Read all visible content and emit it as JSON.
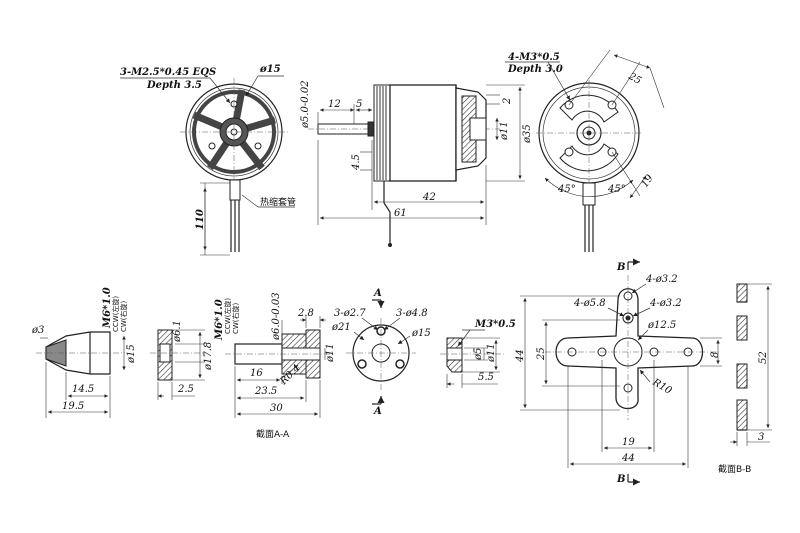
{
  "top_left_view": {
    "thread_note": "3-M2.5*0.45 EQS",
    "depth_note": "Depth 3.5",
    "dia_label": "ø15",
    "lead_length": "110",
    "sleeve_label": "热缩套管"
  },
  "side_view": {
    "shaft_dia": "ø5.0-0.02",
    "dim_12": "12",
    "dim_5": "5",
    "dim_2": "2",
    "dim_11": "ø11",
    "dim_35": "ø35",
    "dim_45": "4.5",
    "dim_42": "42",
    "dim_61": "61"
  },
  "top_right_view": {
    "thread_note": "4-M3*0.5",
    "depth_note": "Depth 3.0",
    "dim_25": "25",
    "dim_19": "19",
    "angle_1": "45°",
    "angle_2": "45°"
  },
  "spinner": {
    "dim_d3": "ø3",
    "thread": "M6*1.0",
    "ccw": "CCW(左旋)",
    "cw": "CW(右旋)",
    "dim_15": "ø15",
    "dim_145": "14.5",
    "dim_195": "19.5"
  },
  "collar": {
    "dim_61": "ø6.1",
    "dim_178": "ø17.8",
    "dim_25": "2.5"
  },
  "adapter": {
    "thread": "M6*1.0",
    "ccw": "CCW(左旋)",
    "cw": "CW(右旋)",
    "dim_6": "ø6.0-0.03",
    "dim_28": "2.8",
    "dim_11": "ø11",
    "dim_16": "16",
    "dim_r04": "R0.4",
    "dim_235": "23.5",
    "dim_30": "30",
    "section": "截面A-A"
  },
  "flange": {
    "label_a": "A",
    "holes_1": "3-ø2.7",
    "holes_2": "3-ø4.8",
    "dim_21": "ø21",
    "dim_15": "ø15"
  },
  "nut": {
    "thread": "M3*0.5",
    "dim_5": "ø5",
    "dim_11": "ø11",
    "dim_55": "5.5"
  },
  "mount": {
    "label_b": "B",
    "hole_1": "4-ø3.2",
    "hole_2": "4-ø5.8",
    "hole_3": "4-ø3.2",
    "dim_125": "ø12.5",
    "dim_44v": "44",
    "dim_25": "25",
    "dim_8": "8",
    "dim_r10": "R10",
    "dim_19": "19",
    "dim_44h": "44",
    "dim_52": "52",
    "dim_3": "3",
    "section": "截面B-B"
  }
}
